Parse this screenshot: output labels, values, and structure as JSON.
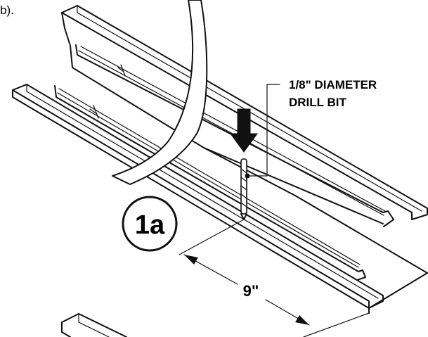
{
  "caption_fragment": "b).",
  "callout": {
    "line1": "1/8\" DIAMETER",
    "line2": "DRILL BIT"
  },
  "step_badge": "1a",
  "dimension_label": "9\"",
  "colors": {
    "ink": "#111111",
    "paper": "#ffffff"
  }
}
